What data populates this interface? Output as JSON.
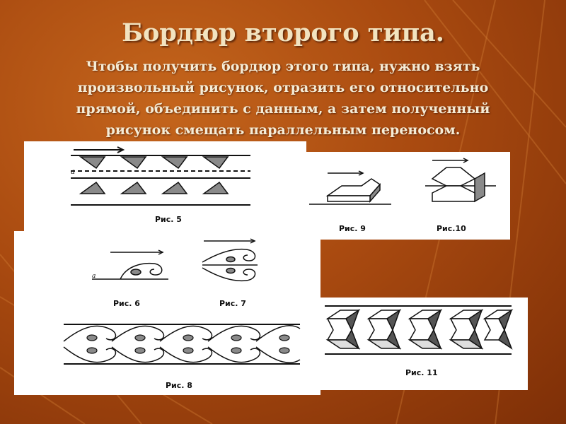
{
  "slide": {
    "title": "Бордюр второго типа.",
    "text": "Чтобы получить бордюр этого типа, нужно взять произвольный рисунок, отразить его относительно прямой, объединить с данным, а затем полученный рисунок смещать параллельным переносом."
  },
  "figures": {
    "fig5": {
      "caption": "Рис. 5",
      "axis_label": "a"
    },
    "fig6": {
      "caption": "Рис. 6",
      "axis_label": "a"
    },
    "fig7": {
      "caption": "Рис. 7"
    },
    "fig8": {
      "caption": "Рис. 8"
    },
    "fig9": {
      "caption": "Рис. 9"
    },
    "fig10": {
      "caption": "Рис.10"
    },
    "fig11": {
      "caption": "Рис. 11"
    }
  },
  "colors": {
    "background": "#a94a10",
    "title": "#f2e3c0",
    "text": "#f5ecd6",
    "panel": "#ffffff",
    "ink": "#111111",
    "shade": "#8a8a8a"
  }
}
